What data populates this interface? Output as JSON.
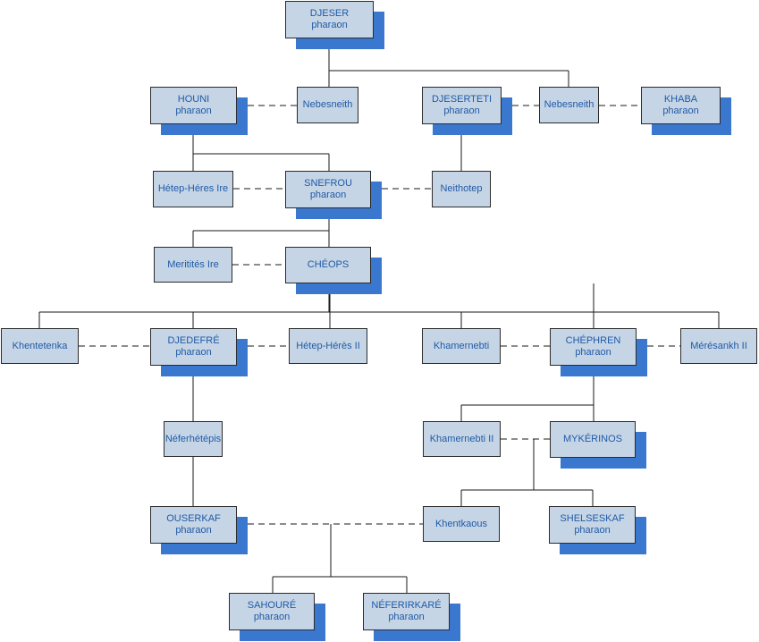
{
  "colors": {
    "box_fill": "#c6d5e6",
    "box_border": "#2b2b2b",
    "text": "#1f5aa6",
    "shadow": "#3a78d0",
    "line": "#1a1a1a"
  },
  "people": {
    "djeser": {
      "name": "DJESER",
      "title": "pharaon"
    },
    "houni": {
      "name": "HOUNI",
      "title": "pharaon"
    },
    "nebesneith1": {
      "name": "Nebesneith"
    },
    "djeserteti": {
      "name": "DJESERTETI",
      "title": "pharaon"
    },
    "nebesneith2": {
      "name": "Nebesneith"
    },
    "khaba": {
      "name": "KHABA",
      "title": "pharaon"
    },
    "hetepheres1": {
      "name": "Hétep-Héres Ire"
    },
    "snefrou": {
      "name": "SNEFROU",
      "title": "pharaon"
    },
    "neithotep": {
      "name": "Neithotep"
    },
    "meritites": {
      "name": "Meritités Ire"
    },
    "cheops": {
      "name": "CHÉOPS"
    },
    "khentetenka": {
      "name": "Khentetenka"
    },
    "djedefre": {
      "name": "DJEDEFRÉ",
      "title": "pharaon"
    },
    "hetepheres2": {
      "name": "Hétep-Hérès II"
    },
    "khamernebti": {
      "name": "Khamernebti"
    },
    "chephren": {
      "name": "CHÉPHREN",
      "title": "pharaon"
    },
    "meresankh": {
      "name": "Mérésankh II"
    },
    "neferhetepis": {
      "name": "Néferhétépis"
    },
    "khamernebti2": {
      "name": "Khamernebti II"
    },
    "mykerinos": {
      "name": "MYKÉRINOS"
    },
    "ouserkaf": {
      "name": "OUSERKAF",
      "title": "pharaon"
    },
    "khentkaous": {
      "name": "Khentkaous"
    },
    "shelseskaf": {
      "name": "SHELSESKAF",
      "title": "pharaon"
    },
    "sahoure": {
      "name": "SAHOURÉ",
      "title": "pharaon"
    },
    "neferirkare": {
      "name": "NÉFERIRKARÉ",
      "title": "pharaon"
    }
  }
}
